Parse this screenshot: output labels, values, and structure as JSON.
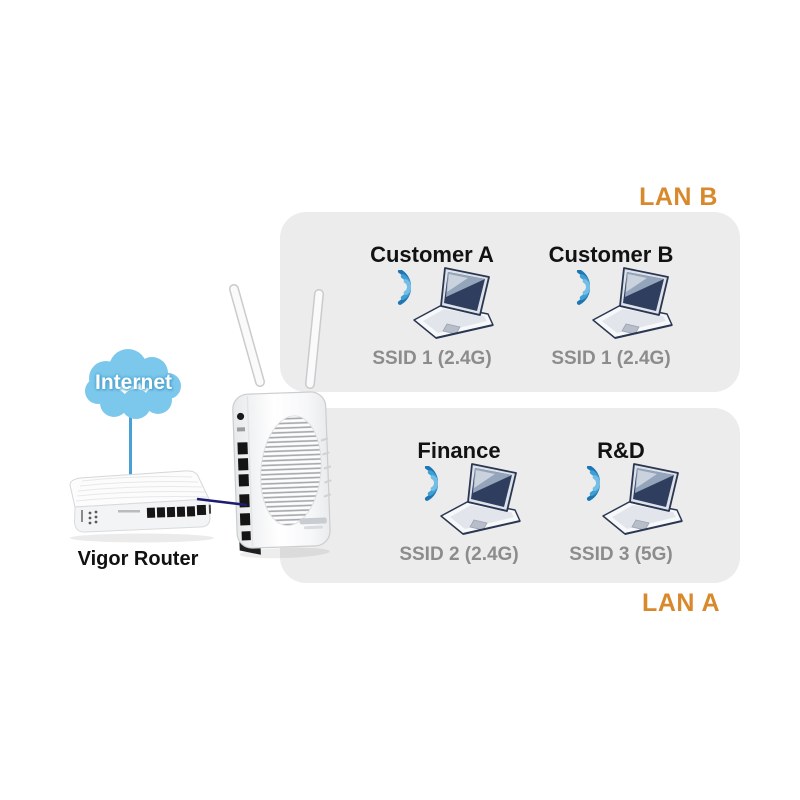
{
  "internet": {
    "label": "Internet"
  },
  "router": {
    "label": "Vigor Router"
  },
  "lan_b": {
    "label": "LAN B",
    "clients": [
      {
        "name": "Customer A",
        "ssid": "SSID 1 (2.4G)"
      },
      {
        "name": "Customer B",
        "ssid": "SSID 1 (2.4G)"
      }
    ]
  },
  "lan_a": {
    "label": "LAN A",
    "clients": [
      {
        "name": "Finance",
        "ssid": "SSID 2 (2.4G)"
      },
      {
        "name": "R&D",
        "ssid": "SSID 3 (5G)"
      }
    ]
  },
  "icons": {
    "cloud": "internet-cloud-icon",
    "wifi": "wifi-waves-icon",
    "laptop": "laptop-icon",
    "router": "vigor-router-device",
    "access_point": "wireless-access-point-device"
  },
  "colors": {
    "lan_label": "#D8892B",
    "panel_bg": "#ECECEC",
    "ssid_text": "#8C8C8C",
    "client_name": "#121212",
    "cloud_blue": "#7CC8EC",
    "internet_text": "#FFFFFF",
    "link_internet": "#4A9FD4",
    "link_lan": "#1C1C72",
    "wifi_outer": "#1E76B4",
    "wifi_mid": "#3E9FD4",
    "wifi_inner": "#74BEE6"
  }
}
